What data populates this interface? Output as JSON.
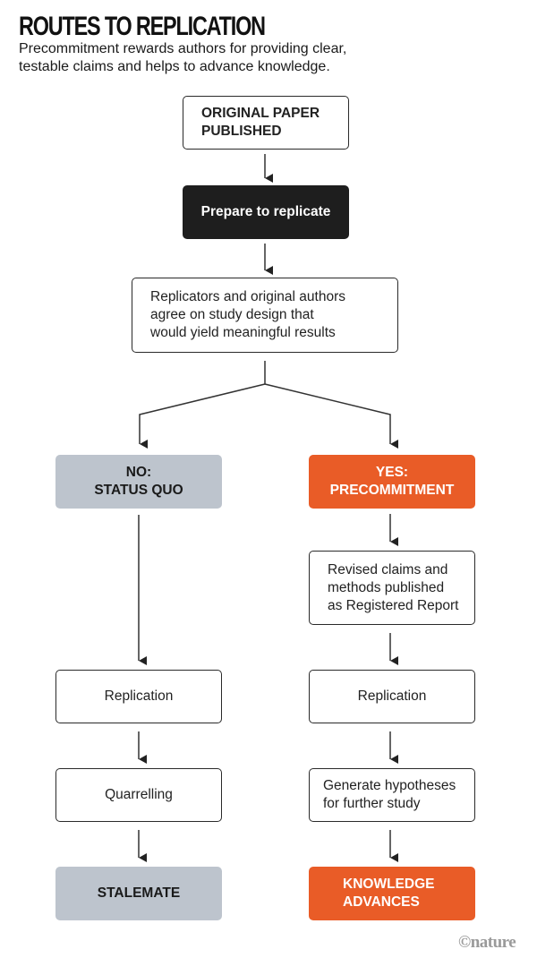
{
  "header": {
    "title": "ROUTES TO REPLICATION",
    "subtitle_lines": [
      "Precommitment rewards authors for providing clear,",
      "testable claims and helps to advance knowledge."
    ]
  },
  "flow": {
    "original": [
      "ORIGINAL PAPER",
      "PUBLISHED"
    ],
    "prepare": "Prepare to replicate",
    "agree": [
      "Replicators and original authors",
      "agree on study design that",
      "would yield meaningful results"
    ],
    "no_branch": {
      "decision": [
        "NO:",
        "STATUS QUO"
      ],
      "step1": "Replication",
      "step2": "Quarrelling",
      "outcome": "STALEMATE"
    },
    "yes_branch": {
      "decision": [
        "YES:",
        "PRECOMMITMENT"
      ],
      "step0": [
        "Revised claims and",
        "methods published",
        "as Registered Report"
      ],
      "step1": "Replication",
      "step2": [
        "Generate hypotheses",
        "for further study"
      ],
      "outcome": [
        "KNOWLEDGE",
        "ADVANCES"
      ]
    }
  },
  "colors": {
    "orange": "#e95c27",
    "grey": "#bdc4cd",
    "dark": "#1e1e1e"
  },
  "credit": "©nature"
}
